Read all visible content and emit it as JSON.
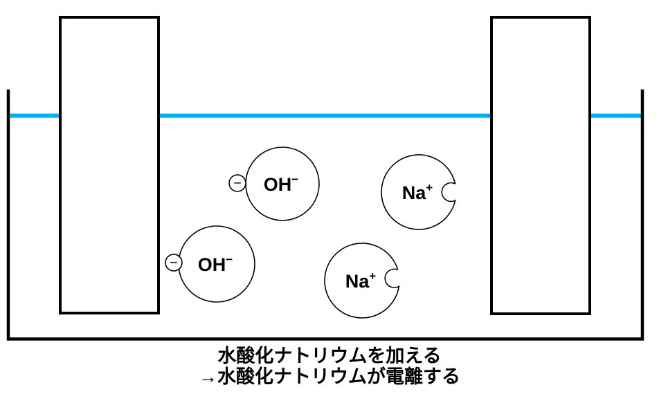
{
  "colors": {
    "water": "#00b0f0",
    "outline": "#000000"
  },
  "ions": [
    {
      "kind": "hydroxide-ion",
      "label": "OH",
      "charge": "−",
      "electron_sign": "−"
    },
    {
      "kind": "hydroxide-ion",
      "label": "OH",
      "charge": "−",
      "electron_sign": "−"
    },
    {
      "kind": "sodium-ion",
      "label": "Na",
      "charge": "+"
    },
    {
      "kind": "sodium-ion",
      "label": "Na",
      "charge": "+"
    }
  ],
  "caption": {
    "line1": "水酸化ナトリウムを加える",
    "line2": "→水酸化ナトリウムが電離する"
  }
}
